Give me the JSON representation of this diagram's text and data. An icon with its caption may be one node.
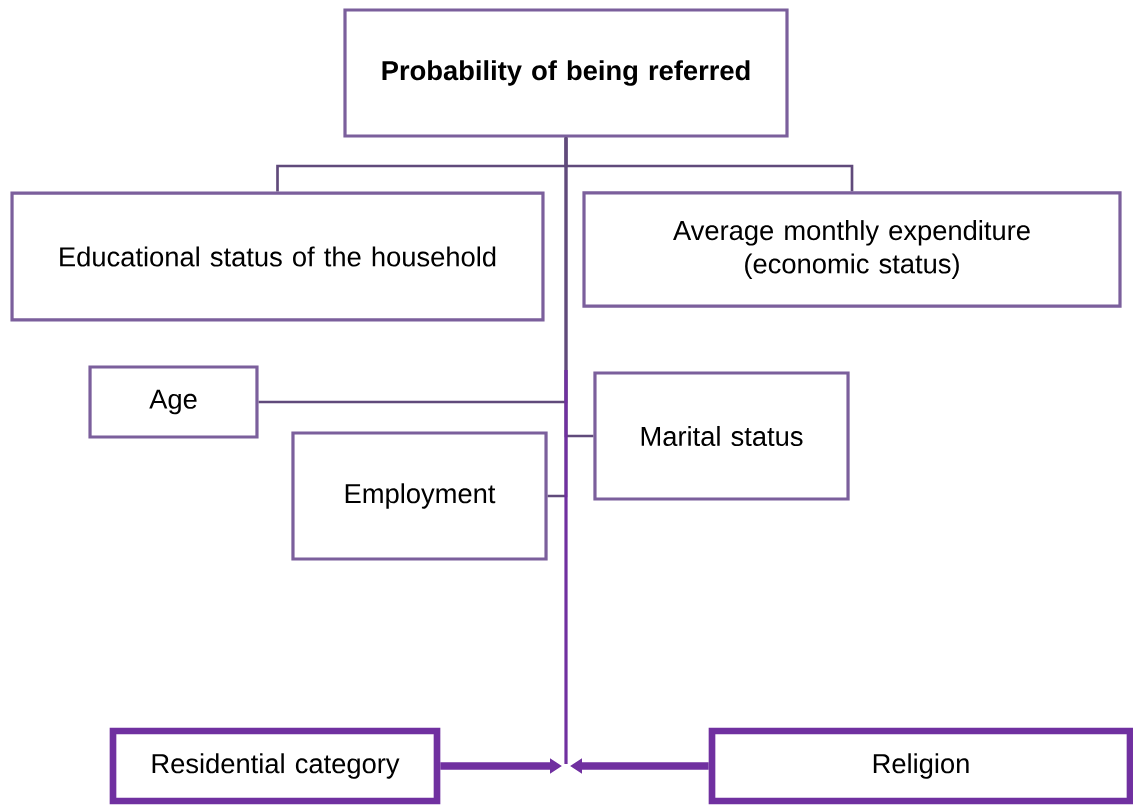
{
  "diagram": {
    "nodes": [
      {
        "text": [
          "Probability of being referred"
        ]
      },
      {
        "text": [
          "Educational status of the household"
        ]
      },
      {
        "text": [
          "Average monthly expenditure (economic status)"
        ]
      },
      {
        "text": [
          "Age"
        ]
      },
      {
        "text": [
          "Marital status"
        ]
      },
      {
        "text": [
          "Employment"
        ]
      },
      {
        "text": [
          "Residential category"
        ]
      },
      {
        "text": [
          "Religion"
        ]
      }
    ],
    "edges": [
      {
        "from": 0,
        "to": 1,
        "arrow": "none"
      },
      {
        "from": 0,
        "to": 2,
        "arrow": "none"
      },
      {
        "from": 0,
        "to": 3,
        "arrow": "none"
      },
      {
        "from": 0,
        "to": 4,
        "arrow": "none"
      },
      {
        "from": 0,
        "to": 5,
        "arrow": "none"
      },
      {
        "from": 6,
        "to": null,
        "arrow": "to",
        "style": "thick",
        "color": "#7030a0"
      },
      {
        "from": 7,
        "to": null,
        "arrow": "to",
        "style": "thick",
        "color": "#7030a0"
      }
    ]
  }
}
